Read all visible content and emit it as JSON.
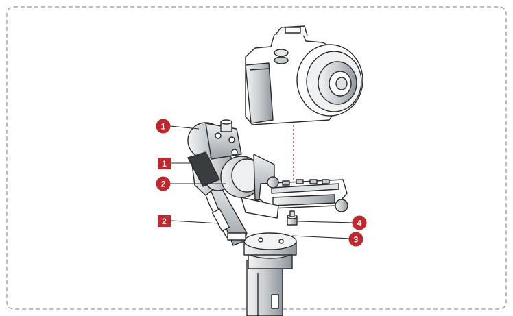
{
  "callouts": {
    "circle_1": "1",
    "circle_2": "2",
    "circle_3": "3",
    "circle_4": "4",
    "square_1": "1",
    "square_2": "2"
  },
  "colors": {
    "accent": "#c1272d",
    "frame": "#9a9a9a",
    "line_art": "#2b2b2b",
    "shade": "#9aa0a6",
    "light_shade": "#dfe2e5"
  },
  "icons": {
    "camera": "mirrorless-camera-icon",
    "gimbal": "handheld-gimbal-icon"
  }
}
